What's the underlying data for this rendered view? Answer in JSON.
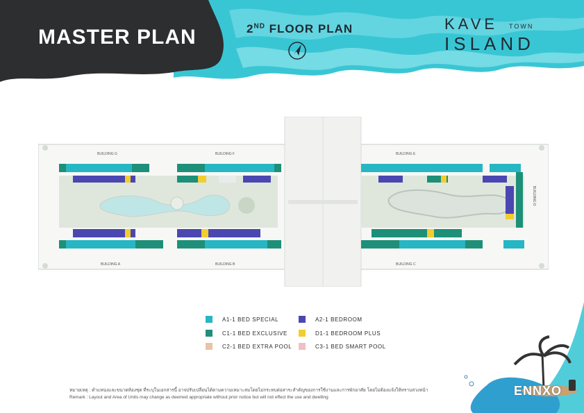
{
  "header": {
    "title": "MASTER PLAN",
    "floor_num": "2",
    "floor_sup": "ND",
    "floor_rest": " FLOOR PLAN"
  },
  "logo": {
    "line1": "KAVE",
    "line1_small": "TOWN",
    "line2": "ISLAND"
  },
  "buildings": {
    "g": "BUILDING G",
    "f": "BUILDING F",
    "e": "BUILDING E",
    "a": "BUILDING A",
    "b": "BUILDING B",
    "c": "BUILDING C",
    "d": "BUILDING D"
  },
  "legend": [
    {
      "label": "A1-1 BED SPECIAL",
      "color": "#27b6c4"
    },
    {
      "label": "C1-1 BED EXCLUSIVE",
      "color": "#1e8f78"
    },
    {
      "label": "C2-1 BED EXTRA POOL",
      "color": "#e8c3a8"
    },
    {
      "label": "A2-1 BEDROOM",
      "color": "#4b47b0"
    },
    {
      "label": "D1-1 BEDROOM PLUS",
      "color": "#f2cd2e"
    },
    {
      "label": "C3-1 BED SMART POOL",
      "color": "#efc0c6"
    }
  ],
  "remark_thai": "หมายเหตุ : ตำแหน่งและขนาดห้องชุด ที่ระบุในเอกสารนี้ อาจปรับเปลี่ยนได้ตามความเหมาะสมโดยไม่กระทบต่อสาระสำคัญของการใช้งานและการพักอาศัย โดยไม่ต้องแจ้งให้ทราบล่วงหน้า",
  "remark_en": "Remark : Layout and Area of Units may change as deemed appropriate without prior notice but will not effect the use and dwelling",
  "brand": "ENNXO",
  "colors": {
    "dark": "#2c2e30",
    "sea": "#33c4d2",
    "sea_light": "#8fe4ea",
    "text": "#1f2a33"
  }
}
